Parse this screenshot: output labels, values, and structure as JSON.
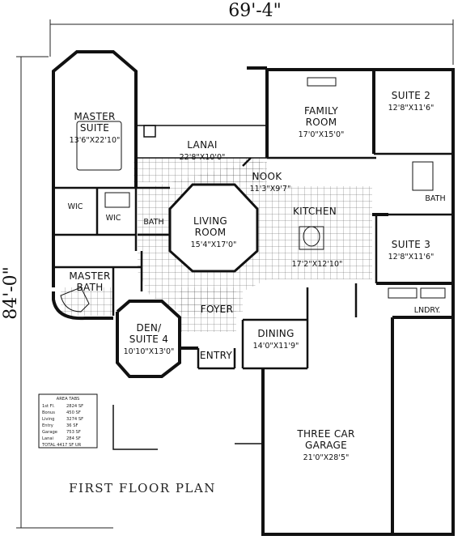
{
  "dimensions": {
    "width": "69'-4\"",
    "depth": "84'-0\""
  },
  "title": "FIRST FLOOR PLAN",
  "rooms": {
    "master_suite": {
      "name_line1": "MASTER",
      "name_line2": "SUITE",
      "dims": "13'6\"X22'10\""
    },
    "lanai": {
      "name": "LANAI",
      "dims": "22'8\"X10'0\""
    },
    "family_room": {
      "name_line1": "FAMILY",
      "name_line2": "ROOM",
      "dims": "17'0\"X15'0\""
    },
    "suite_2": {
      "name": "SUITE 2",
      "dims": "12'8\"X11'6\""
    },
    "wic_left": {
      "name": "WIC"
    },
    "wic_right": {
      "name": "WIC"
    },
    "bath_center": {
      "name": "BATH"
    },
    "living_room": {
      "name_line1": "LIVING",
      "name_line2": "ROOM",
      "dims": "15'4\"X17'0\""
    },
    "nook": {
      "name": "NOOK",
      "dims": "11'3\"X9'7\""
    },
    "kitchen": {
      "name": "KITCHEN",
      "dims": "17'2\"X12'10\""
    },
    "bath_right": {
      "name": "BATH"
    },
    "suite_3": {
      "name": "SUITE 3",
      "dims": "12'8\"X11'6\""
    },
    "master_bath": {
      "name_line1": "MASTER",
      "name_line2": "BATH"
    },
    "foyer": {
      "name": "FOYER"
    },
    "laundry": {
      "name": "LNDRY."
    },
    "den": {
      "name_line1": "DEN/",
      "name_line2": "SUITE 4",
      "dims": "10'10\"X13'0\""
    },
    "dining": {
      "name": "DINING",
      "dims": "14'0\"X11'9\""
    },
    "entry": {
      "name": "ENTRY"
    },
    "garage": {
      "name_line1": "THREE CAR",
      "name_line2": "GARAGE",
      "dims": "21'0\"X28'5\""
    }
  },
  "area_tabs": {
    "heading": "AREA TABS",
    "rows": [
      {
        "label": "1st Fl.",
        "value": "2824 SF"
      },
      {
        "label": "Bonus",
        "value": "450 SF"
      },
      {
        "label": "Living",
        "value": "3274 SF"
      },
      {
        "label": "Entry",
        "value": "36 SF"
      },
      {
        "label": "Garage",
        "value": "753 SF"
      },
      {
        "label": "Lanai",
        "value": "284 SF"
      }
    ],
    "total": "TOTAL 4417 SF UR"
  }
}
